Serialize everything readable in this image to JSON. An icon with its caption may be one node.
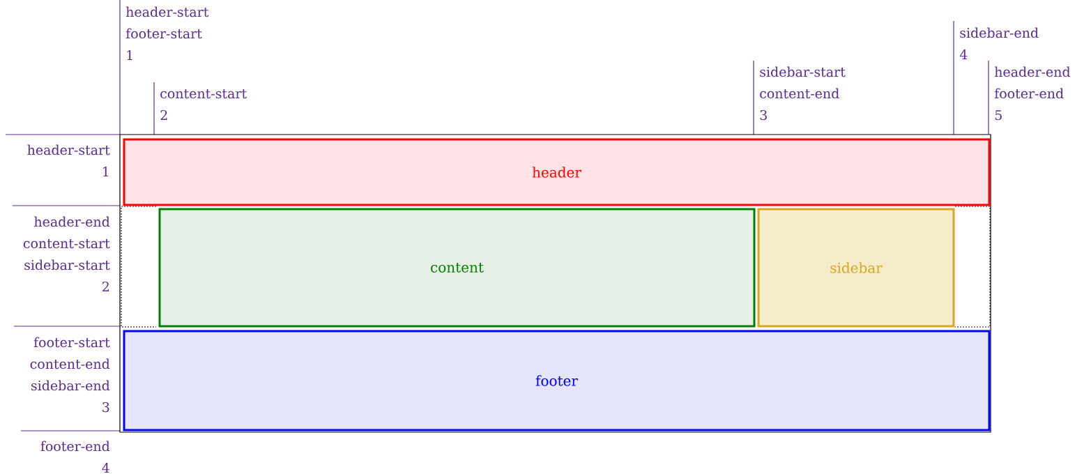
{
  "diagram": {
    "nodes": [
      {
        "text": [
          "header"
        ]
      },
      {
        "text": [
          "content"
        ]
      },
      {
        "text": [
          "sidebar"
        ]
      },
      {
        "text": [
          "footer"
        ]
      }
    ],
    "labels": [
      "header-start",
      "footer-start",
      "1",
      "content-start",
      "2",
      "sidebar-start",
      "content-end",
      "3",
      "sidebar-end",
      "4",
      "header-end",
      "footer-end",
      "5",
      "header-start",
      "1",
      "header-end",
      "content-start",
      "sidebar-start",
      "2",
      "footer-start",
      "content-end",
      "sidebar-end",
      "3",
      "footer-end",
      "4"
    ]
  }
}
